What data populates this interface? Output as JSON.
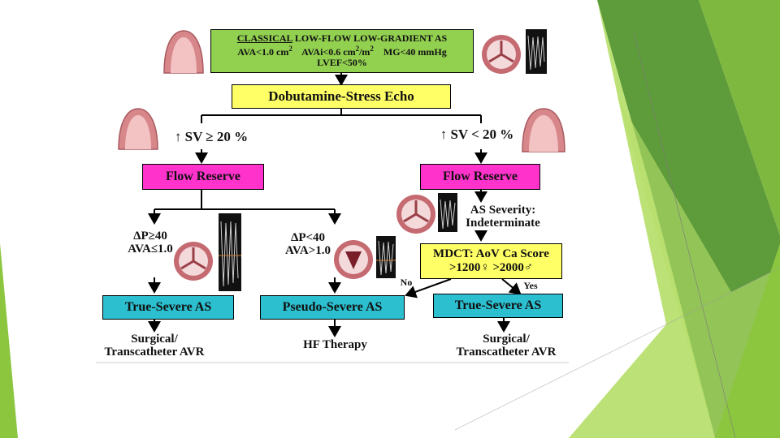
{
  "theme": {
    "accent_green": "#92d050",
    "dark_green": "#5f9e3a",
    "lime": "#a6d84a",
    "box_yellow": "#ffff66",
    "box_magenta": "#ff33cc",
    "box_teal": "#2bbfcf"
  },
  "top_box": {
    "title_underlined": "CLASSICAL",
    "title_rest": "LOW-FLOW  LOW-GRADIENT AS",
    "ava": "AVA<1.0 cm",
    "avai": "AVAi<0.6 cm",
    "avai_unit": "/m",
    "mg": "MG<40 mmHg",
    "lvef": "LVEF<50%",
    "sup2": "2"
  },
  "dse_box": "Dobutamine-Stress Echo",
  "left": {
    "sv_label": "↑ SV ≥ 20 %",
    "flow_reserve": "Flow Reserve",
    "branch_a_line1": "ΔP≥40",
    "branch_a_line2": "AVA≤1.0",
    "branch_b_line1": "ΔP<40",
    "branch_b_line2": "AVA>1.0",
    "outcome_a": "True-Severe AS",
    "outcome_b": "Pseudo-Severe AS",
    "therapy_a_line1": "Surgical/",
    "therapy_a_line2": "Transcatheter AVR",
    "therapy_b": "HF Therapy"
  },
  "right": {
    "sv_label": "↑ SV < 20 %",
    "flow_reserve": "Flow Reserve",
    "severity_line1": "AS Severity:",
    "severity_line2": "Indeterminate",
    "mdct_line1": "MDCT: AoV Ca Score",
    "mdct_line2": ">1200♀ >2000♂",
    "no_label": "No",
    "yes_label": "Yes",
    "outcome": "True-Severe AS",
    "therapy_line1": "Surgical/",
    "therapy_line2": "Transcatheter AVR"
  },
  "images": {
    "heart_icon": "left-ventricle-icon",
    "valve_icon": "aortic-valve-icon",
    "doppler_icon": "doppler-trace-icon"
  }
}
